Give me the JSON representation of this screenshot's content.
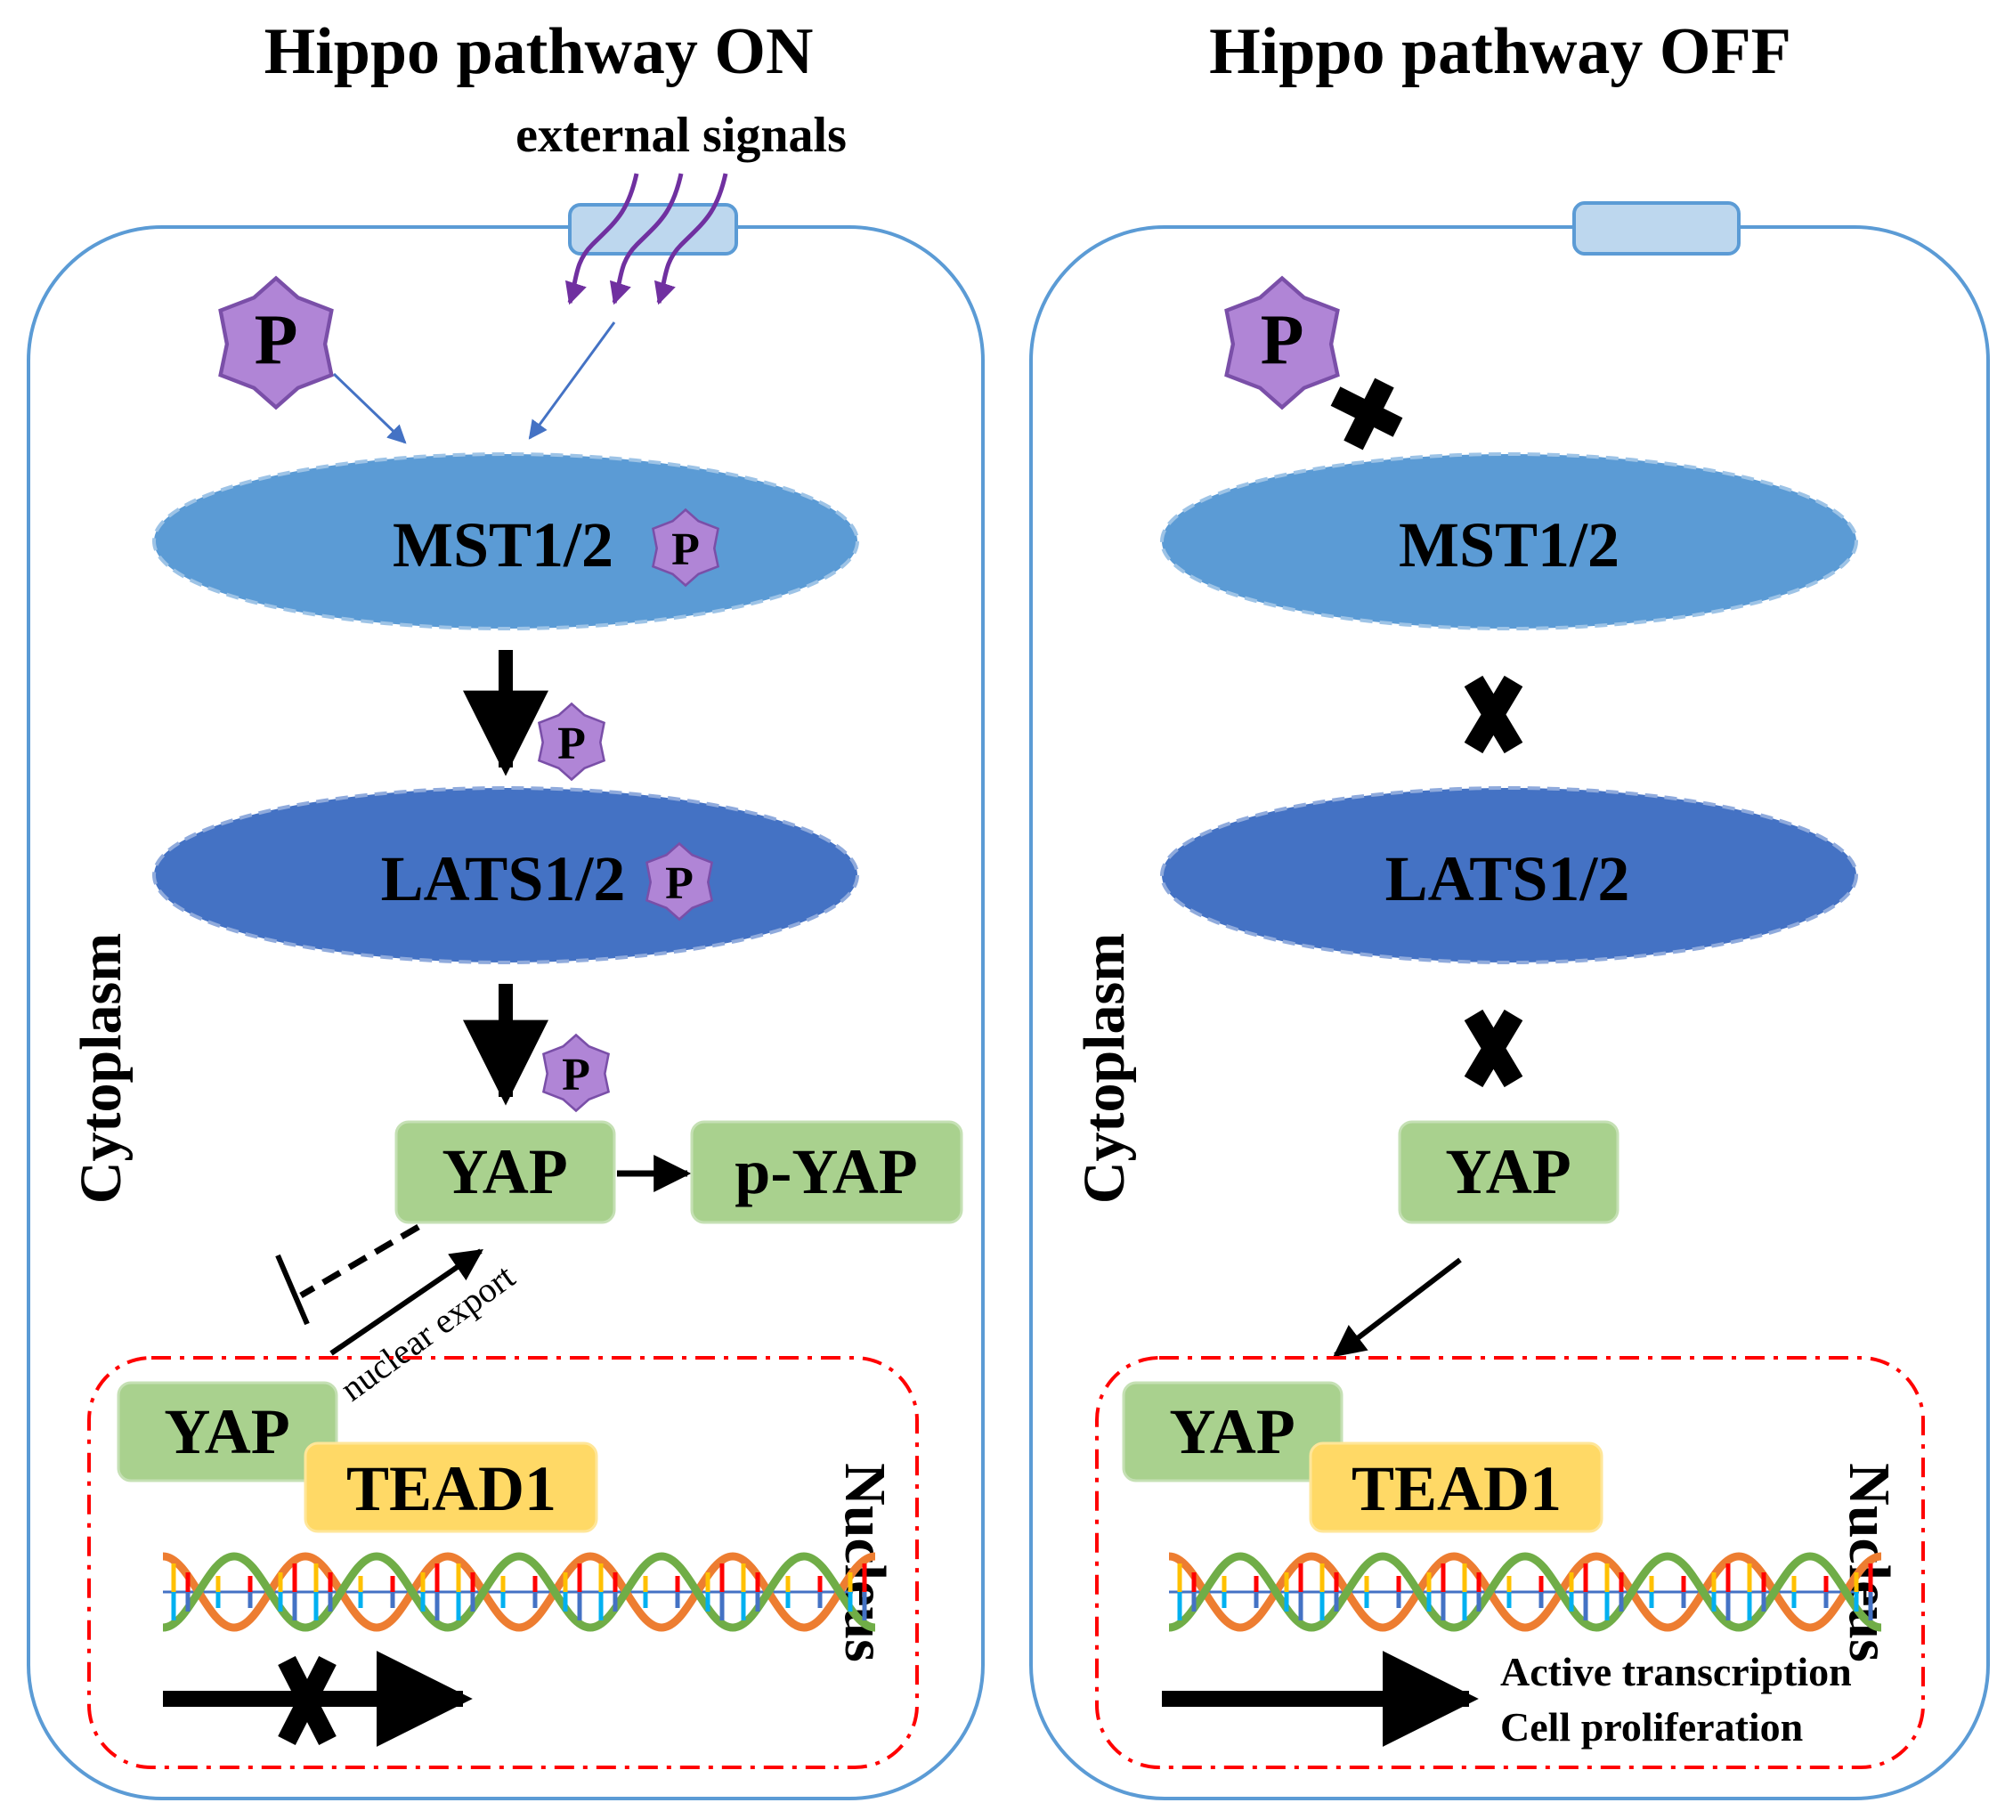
{
  "panels": [
    {
      "title": "Hippo pathway ON",
      "external_signals": "external signals",
      "phospho": "P",
      "upstream_kinase": "MST1/2",
      "downstream_kinase": "LATS1/2",
      "effector": "YAP",
      "phospho_effector": "p-YAP",
      "export_label": "nuclear export",
      "compartment_cytoplasm": "Cytoplasm",
      "compartment_nucleus": "Nucleus",
      "nuclear_effector": "YAP",
      "tf": "TEAD1"
    },
    {
      "title": "Hippo pathway OFF",
      "phospho": "P",
      "upstream_kinase": "MST1/2",
      "downstream_kinase": "LATS1/2",
      "effector": "YAP",
      "compartment_cytoplasm": "Cytoplasm",
      "compartment_nucleus": "Nucleus",
      "nuclear_effector": "YAP",
      "tf": "TEAD1",
      "outcome_1": "Active transcription",
      "outcome_2": "Cell proliferation"
    }
  ],
  "colors": {
    "membrane": "#5b9bd5",
    "receptor": "#bdd7ee",
    "mst": "#5b9bd5",
    "lats": "#4472c4",
    "yap": "#a9d18e",
    "tead": "#ffd966",
    "phospho": "#b085d6",
    "signal": "#7030a0",
    "nucleus_border": "#ff0000"
  }
}
